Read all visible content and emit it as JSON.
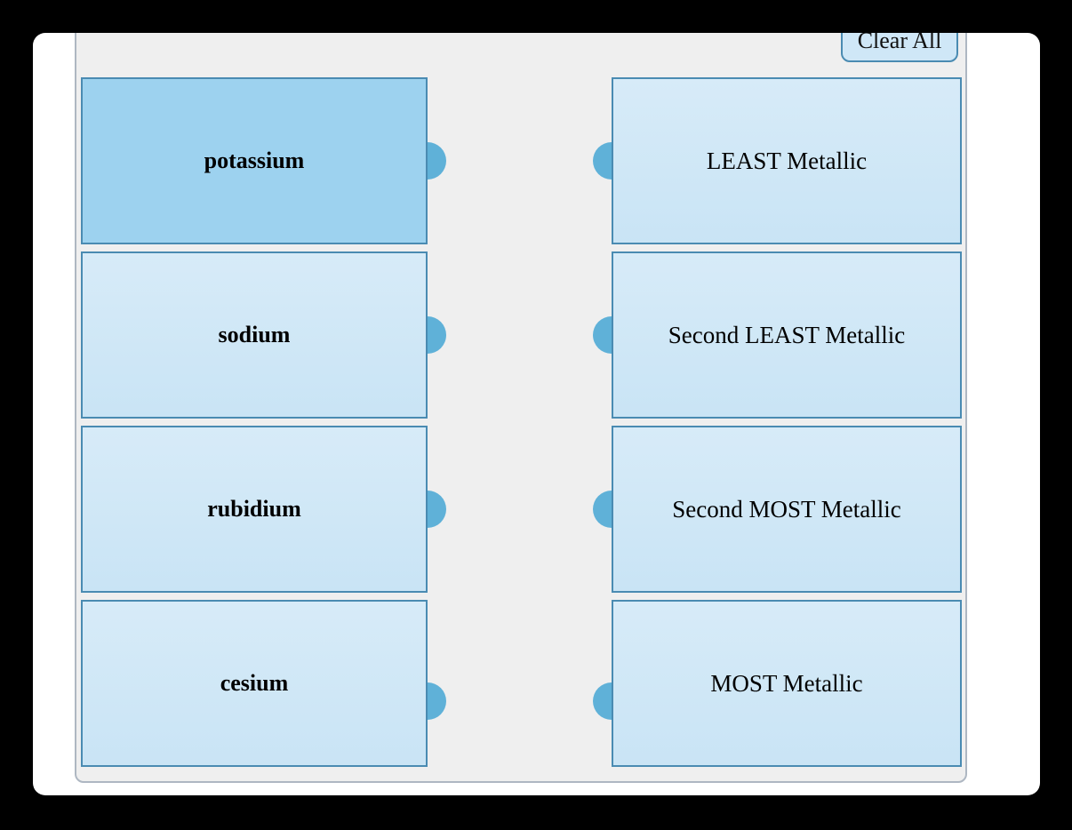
{
  "toolbar": {
    "clear_all_label": "Clear All"
  },
  "matching": {
    "left_items": [
      {
        "label": "potassium",
        "state": "selected"
      },
      {
        "label": "sodium",
        "state": "default"
      },
      {
        "label": "rubidium",
        "state": "default"
      },
      {
        "label": "cesium",
        "state": "default"
      }
    ],
    "right_items": [
      {
        "label": "LEAST Metallic"
      },
      {
        "label": "Second LEAST Metallic"
      },
      {
        "label": "Second MOST Metallic"
      },
      {
        "label": "MOST Metallic"
      }
    ]
  },
  "colors": {
    "card_border": "#4a8bb2",
    "card_fill": "#c9e4f5",
    "card_fill_light": "#d7ebf8",
    "selected_fill": "#9dd2ef",
    "knob_fill": "#5fb1d8",
    "panel_fill": "#efefef",
    "panel_border": "#aeb7c2",
    "button_fill": "#cfe7f7"
  }
}
